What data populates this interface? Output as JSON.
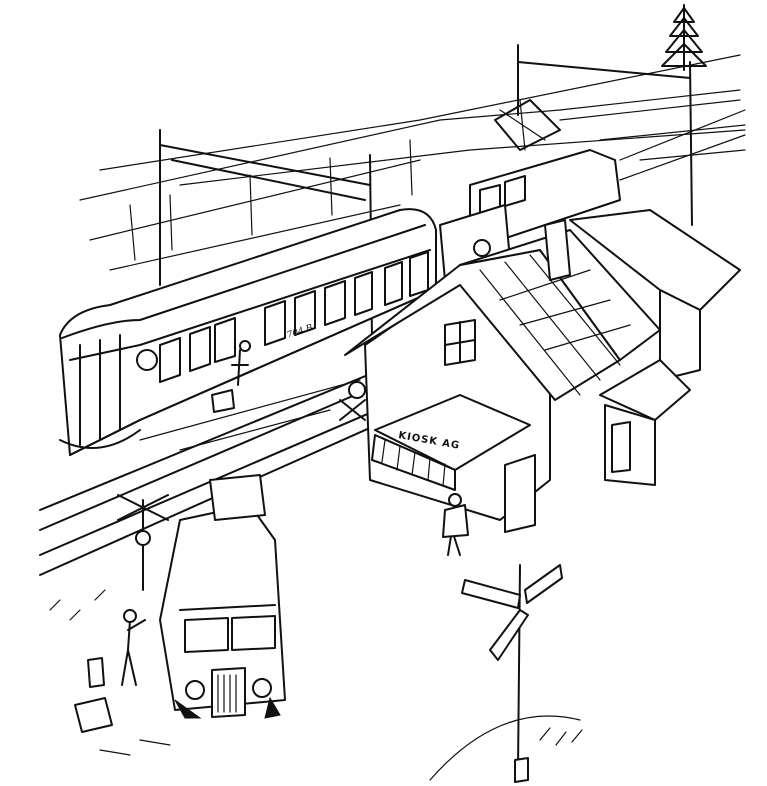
{
  "scene": {
    "style": "black-and-white pen-and-ink line drawing",
    "kiosk_sign": "KIOSK AG",
    "railcar_marking": "704 B",
    "crossing_sign": "X",
    "ink_color": "#111111",
    "paper_color": "#ffffff"
  }
}
